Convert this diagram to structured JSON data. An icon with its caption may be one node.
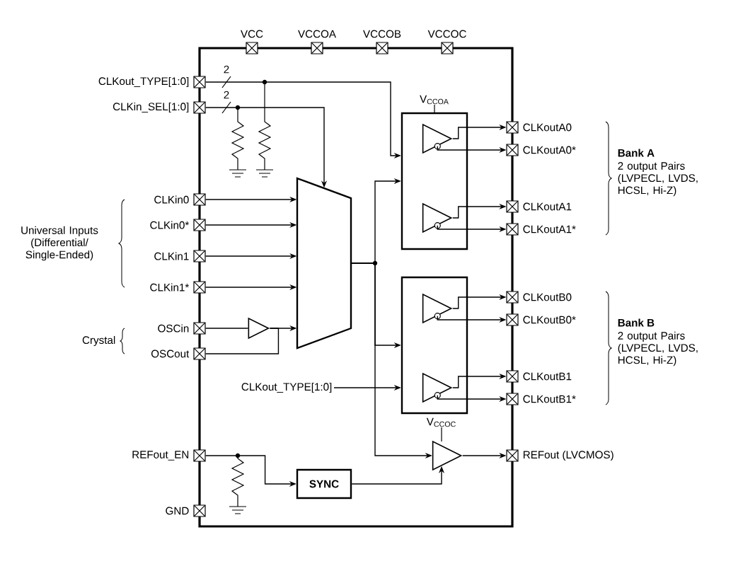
{
  "diagram": {
    "nodes": [
      {
        "text": [
          "VCC"
        ]
      },
      {
        "text": [
          "VCCOA"
        ]
      },
      {
        "text": [
          "VCCOB"
        ]
      },
      {
        "text": [
          "VCCOC"
        ]
      },
      {
        "text": [
          "CLKout_TYPE[1:0]"
        ]
      },
      {
        "text": [
          "CLKin_SEL[1:0]"
        ]
      },
      {
        "text": [
          "CLKin0"
        ]
      },
      {
        "text": [
          "CLKin0*"
        ]
      },
      {
        "text": [
          "CLKin1"
        ]
      },
      {
        "text": [
          "CLKin1*"
        ]
      },
      {
        "text": [
          "OSCin"
        ]
      },
      {
        "text": [
          "OSCout"
        ]
      },
      {
        "text": [],
        "shape": "trapezoid"
      },
      {
        "text": [],
        "shape": "triangle"
      },
      {
        "text": [],
        "shape": "box"
      },
      {
        "text": [],
        "shape": "triangle",
        "in": 14
      },
      {
        "text": [],
        "shape": "triangle",
        "in": 14
      },
      {
        "text": [],
        "shape": "box"
      },
      {
        "text": [],
        "shape": "triangle",
        "in": 17
      },
      {
        "text": [],
        "shape": "triangle",
        "in": 17
      },
      {
        "text": [
          "CLKoutA0"
        ]
      },
      {
        "text": [
          "CLKoutA0*"
        ]
      },
      {
        "text": [
          "CLKoutA1"
        ]
      },
      {
        "text": [
          "CLKoutA1*"
        ]
      },
      {
        "text": [
          "CLKoutB0"
        ]
      },
      {
        "text": [
          "CLKoutB0*"
        ]
      },
      {
        "text": [
          "CLKoutB1"
        ]
      },
      {
        "text": [
          "CLKoutB1*"
        ]
      },
      {
        "text": [],
        "shape": "triangle"
      },
      {
        "text": [
          "REFout_EN"
        ]
      },
      {
        "text": [
          "GND"
        ]
      },
      {
        "text": [
          "SYNC"
        ]
      },
      {
        "text": [
          "REFout (LVCMOS)"
        ]
      },
      {
        "text": [
          "CLKout_TYPE[1:0]"
        ]
      }
    ],
    "edges": [
      {
        "from": 6,
        "to": 12,
        "arrow": "to"
      },
      {
        "from": 7,
        "to": 12,
        "arrow": "to"
      },
      {
        "from": 8,
        "to": 12,
        "arrow": "to"
      },
      {
        "from": 9,
        "to": 12,
        "arrow": "to"
      },
      {
        "from": 10,
        "to": 13,
        "arrow": "none"
      },
      {
        "from": 13,
        "to": 11,
        "arrow": "none"
      },
      {
        "from": 13,
        "to": 12,
        "arrow": "to"
      },
      {
        "from": 5,
        "to": 12,
        "arrow": "to"
      },
      {
        "from": 12,
        "to": 14,
        "arrow": "to"
      },
      {
        "from": 12,
        "to": 17,
        "arrow": "to"
      },
      {
        "from": 15,
        "to": 20,
        "arrow": "to"
      },
      {
        "from": 15,
        "to": 21,
        "arrow": "to"
      },
      {
        "from": 16,
        "to": 22,
        "arrow": "to"
      },
      {
        "from": 16,
        "to": 23,
        "arrow": "to"
      },
      {
        "from": 18,
        "to": 24,
        "arrow": "to"
      },
      {
        "from": 18,
        "to": 25,
        "arrow": "to"
      },
      {
        "from": 19,
        "to": 26,
        "arrow": "to"
      },
      {
        "from": 19,
        "to": 27,
        "arrow": "to"
      },
      {
        "from": 29,
        "to": 31,
        "arrow": "to"
      },
      {
        "from": 31,
        "to": 28,
        "arrow": "to"
      },
      {
        "from": 12,
        "to": 28,
        "arrow": "to"
      },
      {
        "from": 28,
        "to": 32,
        "arrow": "to"
      },
      {
        "from": 4,
        "to": 14,
        "arrow": "to"
      },
      {
        "from": 33,
        "to": 17,
        "arrow": "to"
      }
    ],
    "labels": [
      "Universal Inputs (Differential/ Single-Ended)",
      "Crystal",
      "Bank A",
      "2 output Pairs (LVPECL, LVDS, HCSL, Hi-Z)",
      "Bank B",
      "2 output Pairs (LVPECL, LVDS, HCSL, Hi-Z)",
      "V$_{CCOA}$",
      "V$_{CCOC}$",
      "2",
      "2"
    ]
  }
}
